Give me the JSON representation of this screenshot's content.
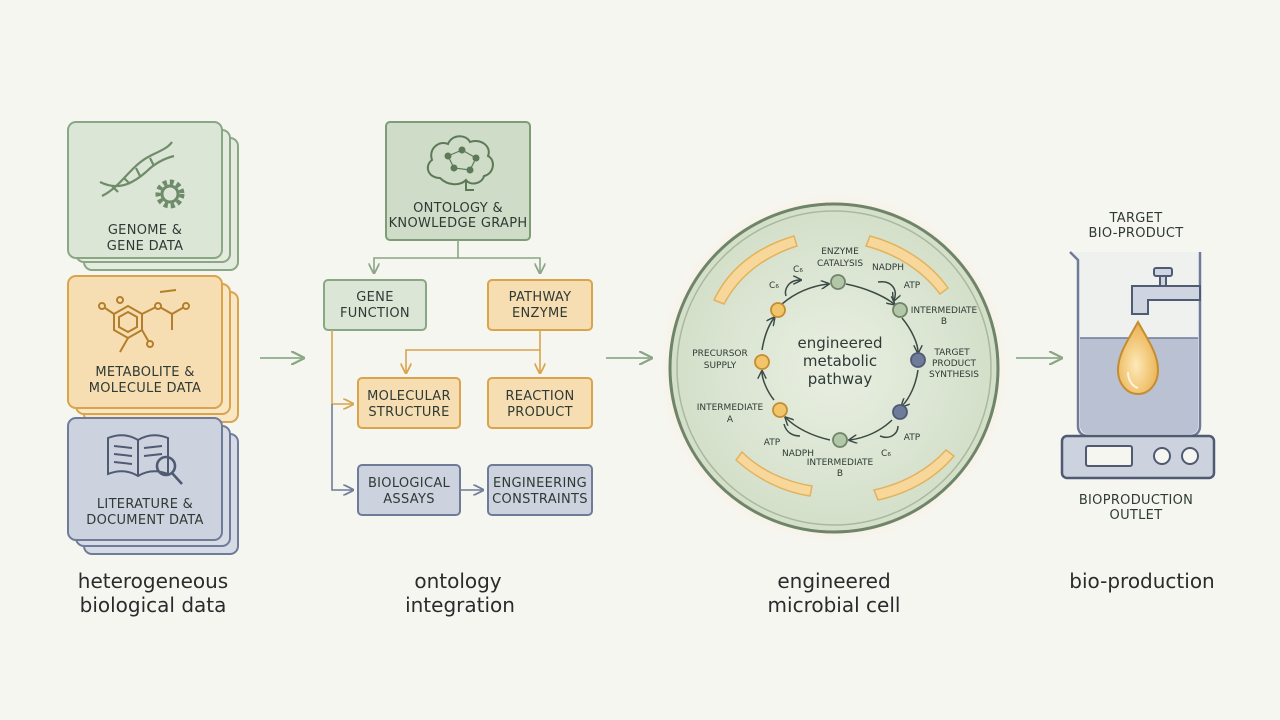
{
  "stages": {
    "data": {
      "caption_1": "heterogeneous",
      "caption_2": "biological data"
    },
    "ontology": {
      "caption_1": "ontology",
      "caption_2": "integration"
    },
    "cell": {
      "caption_1": "engineered",
      "caption_2": "microbial cell"
    },
    "bio": {
      "caption_1": "bio-production"
    }
  },
  "data_cards": {
    "genome": {
      "line1": "GENOME &",
      "line2": "GENE DATA"
    },
    "metabolite": {
      "line1": "METABOLITE &",
      "line2": "MOLECULE DATA"
    },
    "literature": {
      "line1": "LITERATURE &",
      "line2": "DOCUMENT DATA"
    }
  },
  "ontology": {
    "root": {
      "line1": "ONTOLOGY &",
      "line2": "KNOWLEDGE GRAPH"
    },
    "gene_function": {
      "line1": "GENE",
      "line2": "FUNCTION"
    },
    "pathway_enzyme": {
      "line1": "PATHWAY",
      "line2": "ENZYME"
    },
    "molecular_structure": {
      "line1": "MOLECULAR",
      "line2": "STRUCTURE"
    },
    "reaction_product": {
      "line1": "REACTION",
      "line2": "PRODUCT"
    },
    "biological_assays": {
      "line1": "BIOLOGICAL",
      "line2": "ASSAYS"
    },
    "engineering_constraints": {
      "line1": "ENGINEERING",
      "line2": "CONSTRAINTS"
    }
  },
  "cell": {
    "center_1": "engineered",
    "center_2": "metabolic",
    "center_3": "pathway",
    "labels": {
      "enzyme_1": "ENZYME",
      "enzyme_2": "CATALYSIS",
      "c6_top": "C₆",
      "c6_left": "C₆",
      "nadph_top": "NADPH",
      "atp_top": "ATP",
      "interB_top_1": "INTERMEDIATE",
      "interB_top_2": "B",
      "target_1": "TARGET",
      "target_2": "PRODUCT",
      "target_3": "SYNTHESIS",
      "precursor_1": "PRECURSOR",
      "precursor_2": "SUPPLY",
      "interA_1": "INTERMEDIATE",
      "interA_2": "A",
      "atp_bl": "ATP",
      "nadph_bot": "NADPH",
      "interB_bot_1": "INTERMEDIATE",
      "interB_bot_2": "B",
      "atp_br": "ATP",
      "c6_br": "C₆"
    }
  },
  "bio": {
    "target_1": "TARGET",
    "target_2": "BIO-PRODUCT",
    "outlet_1": "BIOPRODUCTION",
    "outlet_2": "OUTLET"
  },
  "colors": {
    "green_fill": "#dce6d6",
    "green_stroke": "#8aa684",
    "orange_fill": "#f6deb2",
    "orange_stroke": "#d9a44b",
    "slate_fill": "#ccd2de",
    "slate_stroke": "#6f7c99",
    "arrow": "#9bb59a",
    "cell_fill": "#dfe8d4",
    "glow": "#f3c56b"
  }
}
